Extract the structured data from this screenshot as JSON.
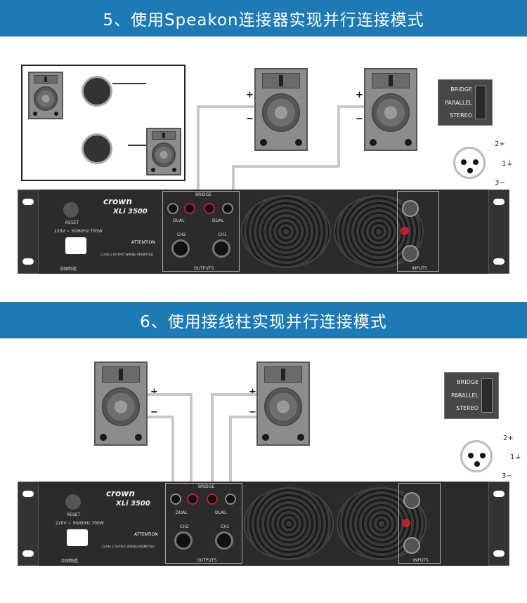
{
  "section5": {
    "title": "5、使用Speakon连接器实现并行连接模式"
  },
  "section6": {
    "title": "6、使用接线柱实现并行连接模式"
  },
  "speaker": {
    "plus": "+",
    "minus": "−"
  },
  "amp": {
    "brand": "crown",
    "model": "XLi 3500",
    "reset": "RESET",
    "power": "220V ~ 50/60Hz 700W",
    "attention": "ATTENTION",
    "bridge": "BRIDGE",
    "dual": "DUAL",
    "ch2": "CH2",
    "ch1": "CH1",
    "outputs": "OUTPUTS",
    "inputs": "INPUTS",
    "class2": "CLASS 2 OUTPUT WIRING PERMITTED",
    "origin": "中国制造"
  },
  "switch": {
    "bridge": "BRIDGE",
    "parallel": "PARALLEL",
    "stereo": "STEREO"
  },
  "xlr": {
    "pin2": "2+",
    "pin1": "1⏚",
    "pin3": "3−"
  },
  "colors": {
    "header": "#1d7ab5",
    "red_terminal": "#c0202a"
  }
}
